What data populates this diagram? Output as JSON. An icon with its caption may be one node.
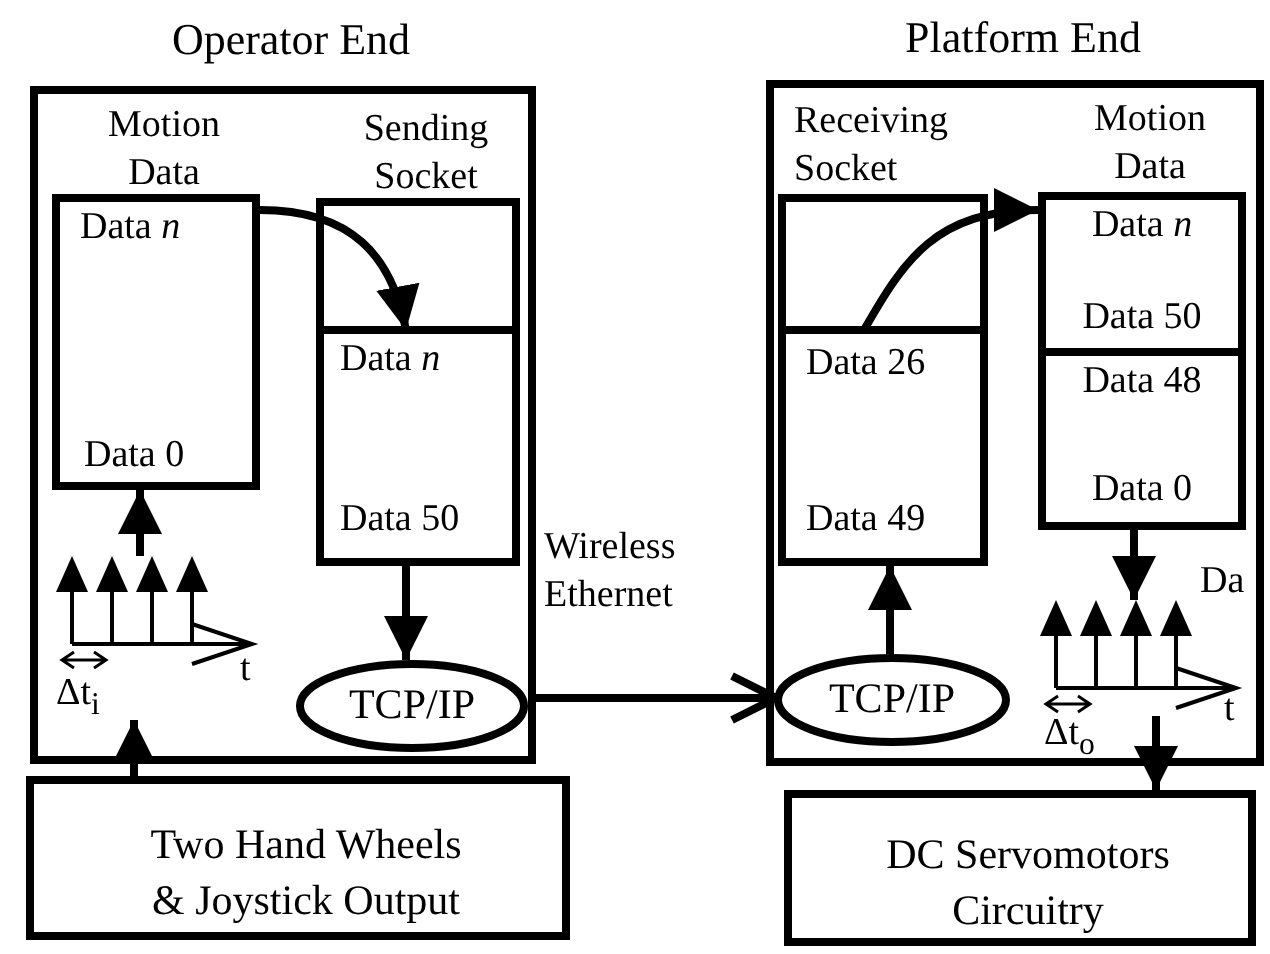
{
  "diagram": {
    "nodes": [
      {
        "text": [
          "Operator End"
        ]
      },
      {
        "text": [
          "Motion Data",
          "Data *n*",
          "Data 0"
        ],
        "in": 0
      },
      {
        "text": [
          "Sending Socket"
        ],
        "in": 0
      },
      {
        "text": [],
        "shape": "box",
        "in": 2
      },
      {
        "text": [
          "Data *n*",
          "Data 50"
        ],
        "in": 2
      },
      {
        "text": [
          "t",
          "Δt$_{i}$"
        ],
        "in": 0
      },
      {
        "text": [
          "TCP/IP"
        ],
        "in": 0
      },
      {
        "text": [
          "Two Hand Wheels & Joystick Output"
        ]
      },
      {
        "text": [
          "Platform End"
        ]
      },
      {
        "text": [
          "Receiving Socket"
        ],
        "in": 8
      },
      {
        "text": [],
        "shape": "box",
        "in": 9
      },
      {
        "text": [
          "Data 26",
          "Data 49"
        ],
        "in": 9
      },
      {
        "text": [
          "Motion Data"
        ],
        "in": 8
      },
      {
        "text": [
          "Data *n*",
          "Data 50"
        ],
        "in": 12
      },
      {
        "text": [
          "Data 48",
          "Data 0"
        ],
        "in": 12
      },
      {
        "text": [
          "TCP/IP"
        ],
        "in": 8
      },
      {
        "text": [
          "t",
          "Δt$_{o}$"
        ],
        "in": 8
      },
      {
        "text": [
          "DC Servomotors Circuitry"
        ]
      }
    ],
    "edges": [
      {
        "from": 7,
        "to": 5,
        "arrow": "to"
      },
      {
        "from": 5,
        "to": 1,
        "arrow": "to"
      },
      {
        "from": 1,
        "to": 3,
        "arrow": "to"
      },
      {
        "from": 4,
        "to": 6,
        "arrow": "to"
      },
      {
        "from": 6,
        "to": 15,
        "arrow": "to",
        "label": "Wireless Ethernet"
      },
      {
        "from": 15,
        "to": 11,
        "arrow": "to"
      },
      {
        "from": 10,
        "to": 13,
        "arrow": "to"
      },
      {
        "from": 14,
        "to": 16,
        "arrow": "to"
      },
      {
        "from": 16,
        "to": 17,
        "arrow": "to"
      }
    ],
    "labels": [
      "Da"
    ]
  }
}
